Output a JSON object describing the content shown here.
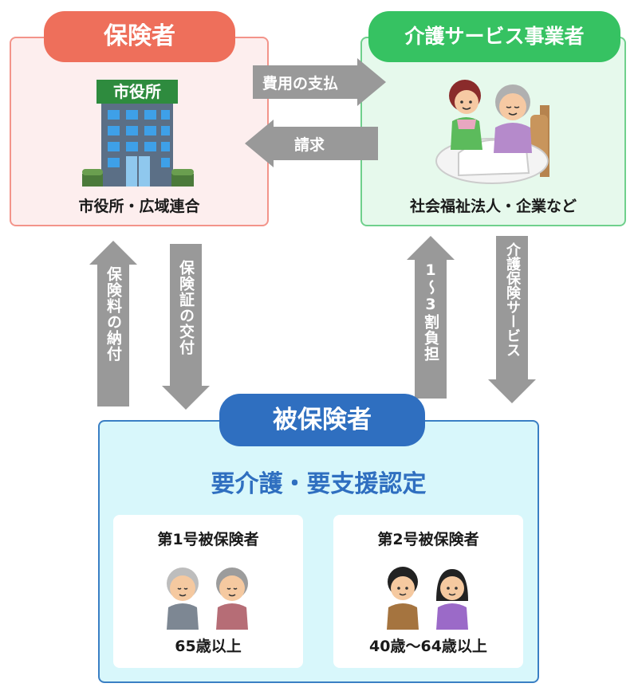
{
  "insurer": {
    "title": "保険者",
    "building_sign": "市役所",
    "caption": "市役所・広域連合",
    "color": "#ee6f5b"
  },
  "provider": {
    "title": "介護サービス事業者",
    "caption": "社会福祉法人・企業など",
    "color": "#36c262"
  },
  "flows": {
    "payment": "費用の支払",
    "claim": "請求",
    "premium": "保険料の納付",
    "card_issue": "保険証の交付",
    "copay": "1～3割負担",
    "service": "介護保険サービス"
  },
  "insured": {
    "title": "被保険者",
    "certification": "要介護・要支援認定",
    "color": "#2f6fc0",
    "groups": [
      {
        "title": "第1号被保険者",
        "age": "65歳以上"
      },
      {
        "title": "第2号被保険者",
        "age": "40歳～64歳以上"
      }
    ]
  }
}
